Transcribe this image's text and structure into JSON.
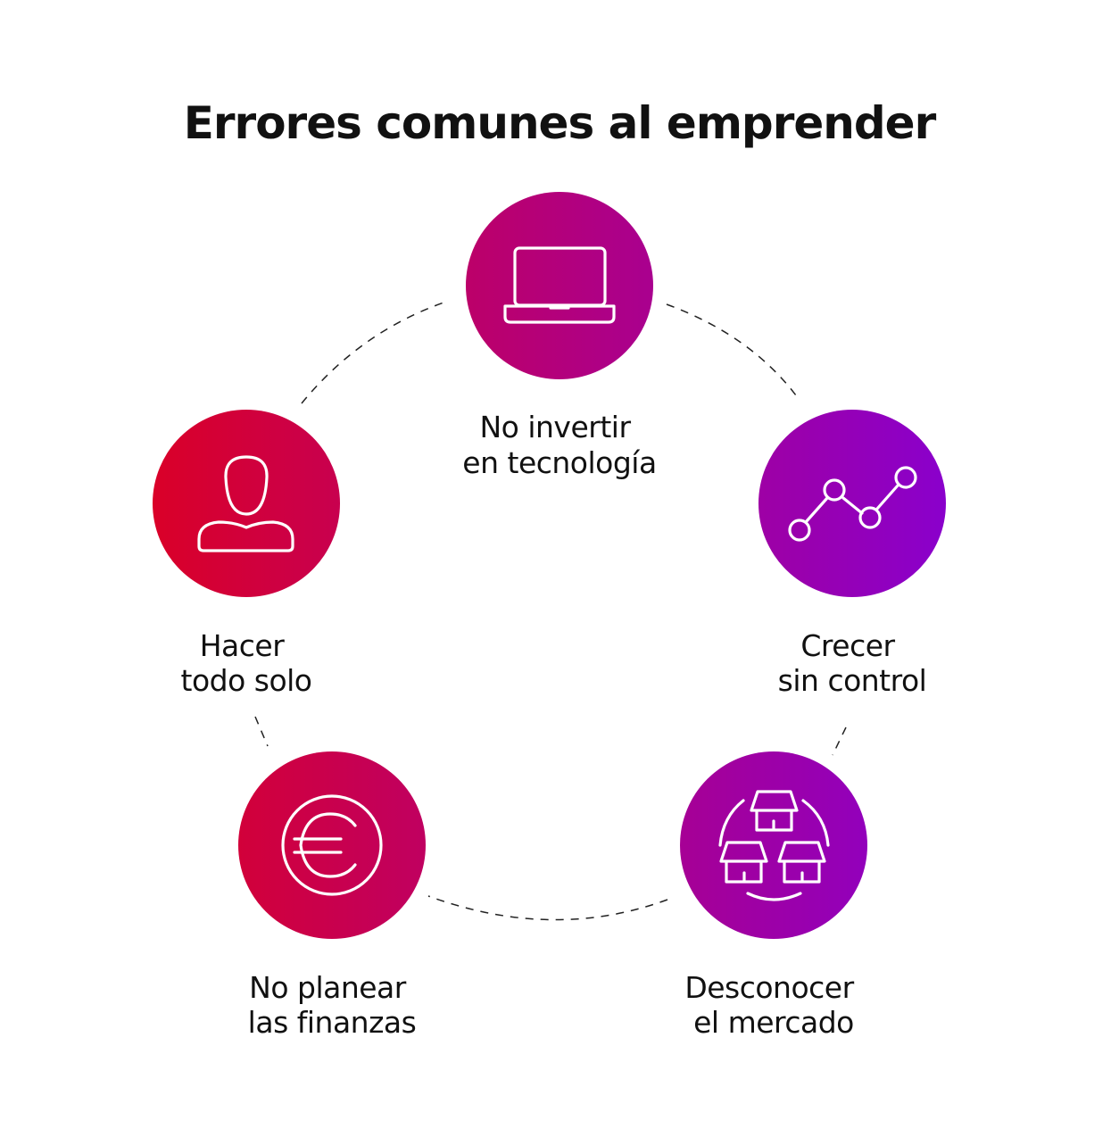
{
  "title": "Errores comunes al emprender",
  "colors": {
    "gradient_start": "#da0028",
    "gradient_end": "#8a00cc",
    "text": "#111111"
  },
  "items": [
    {
      "icon": "laptop-icon",
      "line1": "No invertir",
      "line2": "en tecnología"
    },
    {
      "icon": "line-chart-icon",
      "line1": "Crecer",
      "line2": "sin control"
    },
    {
      "icon": "houses-network-icon",
      "line1": "Desconocer",
      "line2": "el mercado"
    },
    {
      "icon": "euro-icon",
      "line1": "No planear",
      "line2": "las finanzas"
    },
    {
      "icon": "person-icon",
      "line1": "Hacer",
      "line2": "todo solo"
    }
  ]
}
